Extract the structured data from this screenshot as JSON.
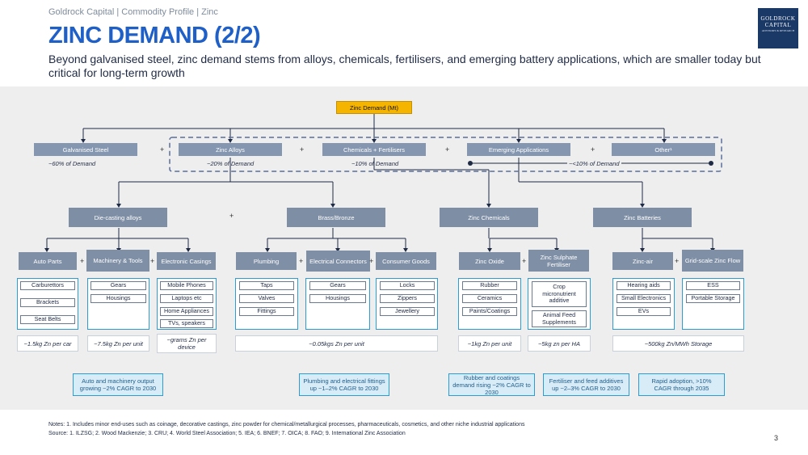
{
  "header": {
    "breadcrumb": "Goldrock Capital | Commodity Profile | Zinc",
    "title": "ZINC DEMAND (2/2)",
    "subtitle": "Beyond galvanised steel, zinc demand stems from alloys, chemicals, fertilisers, and emerging battery applications, which are smaller today but critical for long-term growth",
    "logo": {
      "line1": "GOLDROCK",
      "line2": "CAPITAL",
      "line3": "ADVISORY & RESEARCH"
    }
  },
  "colors": {
    "title": "#1e5fc8",
    "root": "#f5b400",
    "node": "#7e8ea5",
    "accent": "#2f9bd3",
    "logo": "#1b3966"
  },
  "tree": {
    "root": "Zinc Demand (Mt)",
    "level1": [
      {
        "label": "Galvanised Steel",
        "share": "~60% of Demand"
      },
      {
        "label": "Zinc Alloys",
        "share": "~20% of Demand"
      },
      {
        "label": "Chemicals + Fertilisers",
        "share": "~10% of Demand"
      },
      {
        "label": "Emerging Applications",
        "share": "~<10% of Demand"
      },
      {
        "label": "Other¹",
        "share": ""
      }
    ],
    "plus": "+",
    "level2": [
      {
        "label": "Die-casting alloys"
      },
      {
        "label": "Brass/Bronze"
      },
      {
        "label": "Zinc Chemicals"
      },
      {
        "label": "Zinc Batteries"
      }
    ],
    "level3": [
      {
        "label": "Auto Parts",
        "items": [
          "Carburettors",
          "Brackets",
          "Seat Belts"
        ],
        "intensity": "~1.5kg Zn per car"
      },
      {
        "label": "Machinery & Tools",
        "items": [
          "Gears",
          "Housings"
        ],
        "intensity": "~7.5kg Zn per unit"
      },
      {
        "label": "Electronic Casings",
        "items": [
          "Mobile Phones",
          "Laptops etc",
          "Home Appliances",
          "TVs, speakers"
        ],
        "intensity": "~grams Zn per device"
      },
      {
        "label": "Plumbing",
        "items": [
          "Taps",
          "Valves",
          "Fittings"
        ]
      },
      {
        "label": "Electrical Connectors",
        "items": [
          "Gears",
          "Housings"
        ]
      },
      {
        "label": "Consumer Goods",
        "items": [
          "Locks",
          "Zippers",
          "Jewellery"
        ]
      },
      {
        "label": "Zinc Oxide",
        "items": [
          "Rubber",
          "Ceramics",
          "Paints/Coatings"
        ],
        "intensity": "~1kg Zn per unit"
      },
      {
        "label": "Zinc Sulphate Fertiliser",
        "items": [
          "Crop micronutrient additive",
          "Animal Feed Supplements"
        ],
        "intensity": "~5kg zn per HA"
      },
      {
        "label": "Zinc-air",
        "items": [
          "Hearing aids",
          "Small Electronics",
          "EVs"
        ]
      },
      {
        "label": "Grid-scale Zinc Flow",
        "items": [
          "ESS",
          "Portable Storage"
        ]
      }
    ],
    "shared_intensity": {
      "brass": "~0.05kgs Zn per unit",
      "batteries": "~500kg Zn/MWh Storage"
    },
    "insights": [
      "Auto and machinery output growing ~2% CAGR to 2030",
      "Plumbing and electrical fittings up ~1–2% CAGR to 2030",
      "Rubber and coatings demand rising ~2% CAGR to 2030",
      "Fertiliser and feed additives up ~2–3% CAGR to 2030",
      "Rapid adoption, >10% CAGR through 2035"
    ]
  },
  "footer": {
    "notes": "Notes: 1. Includes minor end-uses such as coinage, decorative castings, zinc powder for chemical/metallurgical processes, pharmaceuticals, cosmetics, and other niche industrial applications",
    "source": "Source:  1. ILZSG; 2. Wood Mackenzie; 3. CRU; 4. World Steel Association; 5. IEA; 6. BNEF; 7. OICA; 8. FAO; 9. International Zinc Association",
    "page": "3"
  }
}
